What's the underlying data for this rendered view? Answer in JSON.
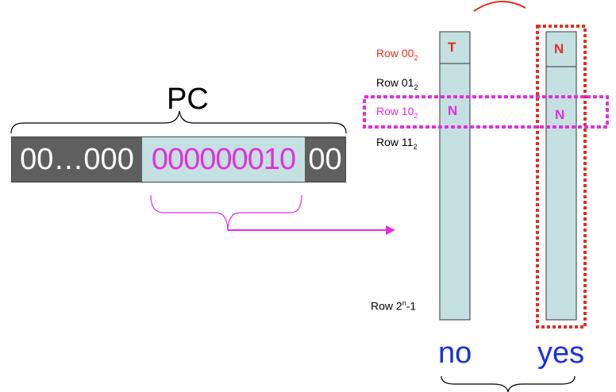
{
  "pc": {
    "title": "PC",
    "high_bits": "00…000",
    "index_bits": "000000010",
    "low_bits": "00"
  },
  "rows": {
    "row0": "Row 00",
    "row0_sub": "2",
    "row1": "Row 01",
    "row1_sub": "2",
    "row2": "Row 10",
    "row2_sub": "2",
    "row3": "Row 11",
    "row3_sub": "2",
    "last_prefix": "Row 2",
    "last_sup": "n",
    "last_suffix": "-1"
  },
  "columns": {
    "left": {
      "label": "no",
      "cell_row0": "T",
      "cell_row2": "N"
    },
    "right": {
      "label": "yes",
      "cell_row0": "N",
      "cell_row2": "N"
    }
  },
  "colors": {
    "magenta": "#e030e0",
    "red": "#e03020",
    "blue": "#1c2fe0",
    "table_fill": "#c5e0e0",
    "dark_segment": "#5f5f5f"
  }
}
